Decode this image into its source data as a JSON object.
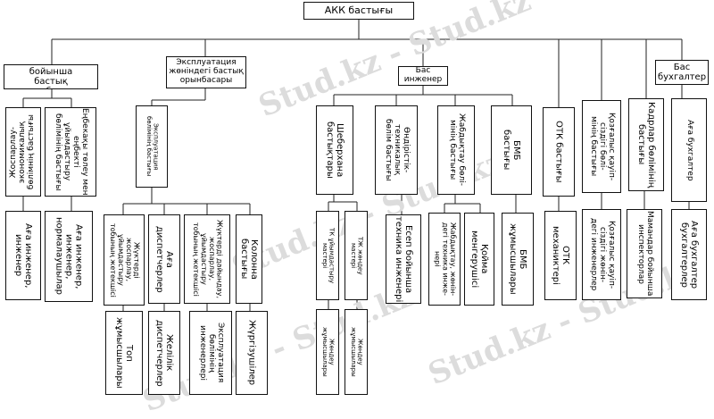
{
  "diagram": {
    "root": "АКК бастығы",
    "deputies": {
      "econ": "Экономика бойынша\nбастық орынбасары",
      "expl": "Эксплуатация\nжөніндегі бастық\nорынбасары",
      "eng": "Бас\nинженер",
      "acc": "Бас\nбухгалтер"
    },
    "heads": {
      "econ_plan": "Жоспарлау-\nэкономикалық\nбөлімнің бастығы",
      "econ_labor": "Еңбекақы төлеу мен\nеңбекті\nұйымдастыру\nбөлімінің бастығы",
      "expl_dept": "Эксплуатация\nбөлімінің бастығы",
      "workshop": "Шеберхана\nбастықтары",
      "prod_tech": "Өндірістік-\nтехникалық\nбөлім бастығы",
      "supply": "Жабдықтау бөлі-\nмінің бастығы",
      "bmb": "БМБ\nбастығы",
      "otk": "ОТК бастығы",
      "safety": "Қозғалыс қауіп-\nсіздігі бөлі-\nмінің бастығы",
      "hr": "Кадрлар бөлімінің\nбастығы",
      "acc_senior": "Аға бухгалтер"
    },
    "staff": {
      "econ_engineers": "Аға инженер,\nинженер",
      "labor_norm": "Аға инженер,\nинженер,\nнормалаушылар",
      "dispatch_head": "Жүктерді\nжоспарлау,\nұйымдастыру\nтобының жетекшісі",
      "senior_dispatch": "Аға\nдиспетчерлер",
      "ops_group_head": "Жүктерді дайындау,\nжоспарлау,\nұйымдастыру\nтобының жетекшісі",
      "column_head": "Колонна\nбастығы",
      "tk_head": "ТК ұйымдастыру\nмастері",
      "tk_master": "ТЖ жөндеу\nмастері",
      "accounting_engineer": "Есеп бойынша\nтехника инженері",
      "supply_dept": "Жабдықтау, жөнін-\nдегі техника инже-\nнері",
      "storage": "Қойма\nменгерушісі",
      "bmb_workers": "БМБ\nжұмысшылары",
      "otk_mechanic": "ОТК\nмеханиктері",
      "safety_engineers": "Қозғалыс қауіп-\nсіздігі жөнін-\nдегі инженерлер",
      "hr_inspectors": "Мамандар бойынша\nинспекторлар",
      "acc_staff": "Аға бухгалтер\nбухгалтерлер"
    },
    "workers": {
      "top_workers": "Топ\nжұмысшылары",
      "dispatchers": "Желілік\nдиспетчерлер",
      "expl_engineers": "Эксплуатация\nбөлімінің\nинженерлері",
      "drivers": "Жүргізушілер",
      "repair_w1": "Жөндеу\nжұмысшылары",
      "repair_w2": "Жөндеу\nжұмысшылары"
    },
    "watermark": "Stud.kz - Stud.kz"
  }
}
